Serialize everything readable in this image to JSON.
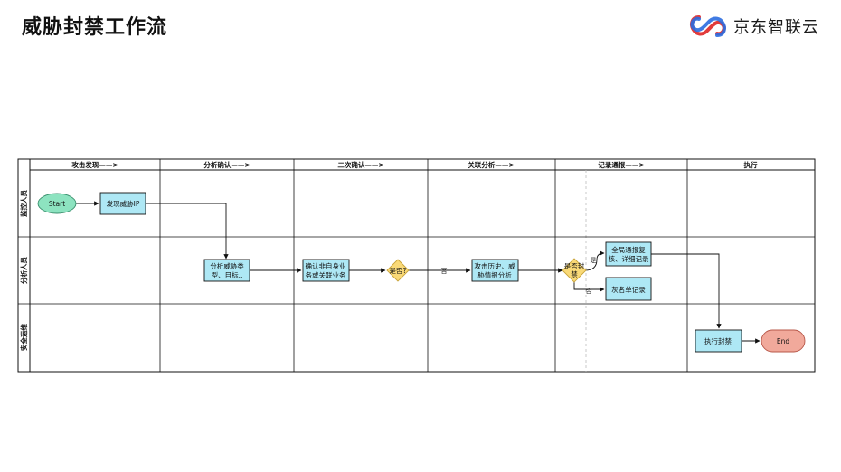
{
  "title": "威胁封禁工作流",
  "brand": {
    "name": "京东智联云",
    "logo_icon": "jd-cloud-logo-icon"
  },
  "flowchart": {
    "phases": [
      "攻击发现——>",
      "分析确认——>",
      "二次确认——>",
      "关联分析——>",
      "记录通报——>",
      "执行"
    ],
    "lanes": [
      "监控人员",
      "分析人员",
      "安全运维"
    ],
    "nodes": {
      "start": {
        "lines": [
          "Start"
        ],
        "color": "#8de3c0"
      },
      "discover_ip": {
        "lines": [
          "发现威胁IP"
        ],
        "color": "#aee8f5"
      },
      "analyze_threat": {
        "lines": [
          "分析威胁类",
          "型、目标.."
        ],
        "color": "#aee8f5"
      },
      "confirm_business": {
        "lines": [
          "确认非自身业",
          "务或关联业务"
        ],
        "color": "#aee8f5"
      },
      "decision_yes_no": {
        "lines": [
          "是否?"
        ],
        "color": "#f9d977"
      },
      "attack_history": {
        "lines": [
          "攻击历史、威",
          "胁情报分析"
        ],
        "color": "#aee8f5"
      },
      "decision_block": {
        "lines": [
          "是否封",
          "禁"
        ],
        "color": "#f9d977"
      },
      "report_review": {
        "lines": [
          "全局通报复",
          "核、详细记录"
        ],
        "color": "#aee8f5"
      },
      "greylist": {
        "lines": [
          "灰名单记录"
        ],
        "color": "#aee8f5"
      },
      "execute_block": {
        "lines": [
          "执行封禁"
        ],
        "color": "#aee8f5"
      },
      "end": {
        "lines": [
          "End"
        ],
        "color": "#f1a99b"
      }
    },
    "edge_labels": {
      "no_1": "否",
      "yes": "是",
      "no_2": "否"
    }
  }
}
